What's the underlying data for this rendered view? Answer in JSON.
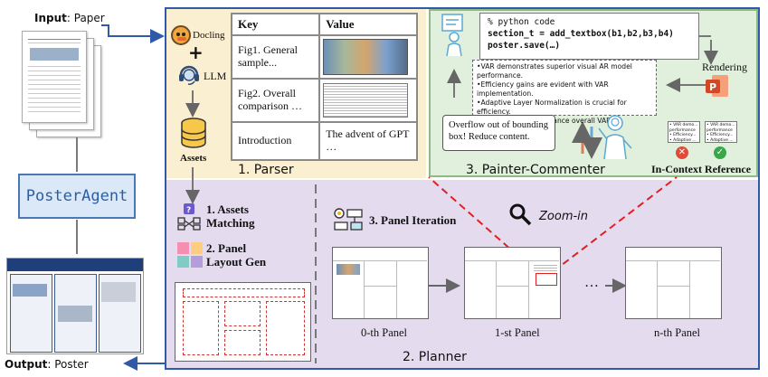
{
  "input_label": {
    "prefix": "Input",
    "suffix": ": Paper"
  },
  "output_label": {
    "prefix": "Output",
    "suffix": ": Poster"
  },
  "agent_label": "PosterAgent",
  "parser": {
    "title": "1.   Parser",
    "docling": "Docling",
    "llm": "LLM",
    "assets": "Assets",
    "table": {
      "headers": [
        "Key",
        "Value"
      ],
      "rows": [
        {
          "key": "Fig1. General sample...",
          "value": ""
        },
        {
          "key": "Fig2. Overall comparison …",
          "value": ""
        },
        {
          "key": "Introduction",
          "value": "The advent of GPT …"
        }
      ]
    }
  },
  "painter": {
    "title": "3. Painter-Commenter",
    "code_lines": [
      "% python code",
      "section_t = add_textbox(b1,b2,b3,b4)",
      "poster.save(…)"
    ],
    "bullets": [
      "•VAR demonstrates superior visual AR model performance.",
      "•Efficiency gains are evident with VAR implementation.",
      "•Adaptive Layer Normalization is crucial for efficiency.",
      "•Key components enhance overall VAR effectiveness."
    ],
    "rendering": "Rendering",
    "comment": "Overflow out of bounding box! Reduce content.",
    "in_context": "In-Context Reference",
    "ref_card_a": [
      "• VAR demo...",
      "performance",
      "• Efficiency...",
      "• Adaptive ..."
    ],
    "ref_card_b": [
      "• VAR demo...",
      "performance",
      "• Efficiency...",
      "• Adaptive ..."
    ]
  },
  "planner": {
    "title": "2. Planner",
    "assets_matching": [
      "1. Assets",
      "Matching"
    ],
    "layout_gen": [
      "2. Panel",
      "Layout Gen"
    ],
    "panel_iteration": "3. Panel Iteration",
    "zoom": "Zoom-in",
    "panels": [
      "0-th Panel",
      "1-st Panel",
      "n-th Panel"
    ],
    "ellipsis": "…"
  },
  "colors": {
    "frame": "#2f5aa8",
    "parser_bg": "#fbefd2",
    "painter_bg": "#e1f0dc",
    "planner_bg": "#e4dcee",
    "red_dashed": "#e02020"
  }
}
